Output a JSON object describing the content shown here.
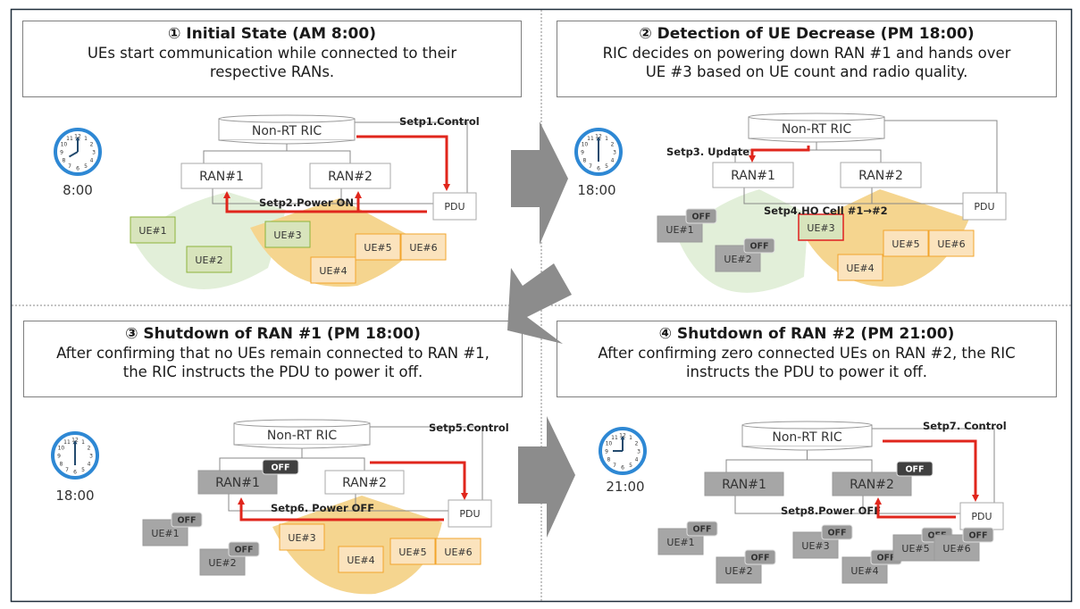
{
  "panels": [
    {
      "id": "p1",
      "title": "① Initial State (AM 8:00)",
      "description": "UEs start communication while connected to their respective RANs.",
      "description_lines": [
        "UEs start communication while connected to their",
        "respective RANs."
      ],
      "clock_time": "8:00",
      "clock_hands": {
        "hour": 8,
        "minute": 0
      },
      "ric_label": "Non-RT RIC",
      "pdu_label": "PDU",
      "rans": [
        {
          "label": "RAN#1",
          "state": "on"
        },
        {
          "label": "RAN#2",
          "state": "on"
        }
      ],
      "steps": [
        "Setp1.Control",
        "Setp2.Power ON"
      ],
      "ues": [
        {
          "label": "UE#1",
          "state": "ran1"
        },
        {
          "label": "UE#2",
          "state": "ran1"
        },
        {
          "label": "UE#3",
          "state": "ran1"
        },
        {
          "label": "UE#4",
          "state": "ran2"
        },
        {
          "label": "UE#5",
          "state": "ran2"
        },
        {
          "label": "UE#6",
          "state": "ran2"
        }
      ]
    },
    {
      "id": "p2",
      "title": "② Detection of UE Decrease (PM 18:00)",
      "description_lines": [
        "RIC decides on powering down RAN #1 and hands over",
        "UE #3 based on UE count and radio quality."
      ],
      "clock_time": "18:00",
      "clock_hands": {
        "hour": 6,
        "minute": 0
      },
      "ric_label": "Non-RT RIC",
      "pdu_label": "PDU",
      "rans": [
        {
          "label": "RAN#1",
          "state": "on"
        },
        {
          "label": "RAN#2",
          "state": "on"
        }
      ],
      "steps": [
        "Setp3. Update",
        "Setp4.HO Cell #1→#2"
      ],
      "ues": [
        {
          "label": "UE#1",
          "state": "off",
          "badge": "OFF"
        },
        {
          "label": "UE#2",
          "state": "off",
          "badge": "OFF"
        },
        {
          "label": "UE#3",
          "state": "handover"
        },
        {
          "label": "UE#4",
          "state": "ran2"
        },
        {
          "label": "UE#5",
          "state": "ran2"
        },
        {
          "label": "UE#6",
          "state": "ran2"
        }
      ]
    },
    {
      "id": "p3",
      "title": "③ Shutdown of RAN #1 (PM 18:00)",
      "description_lines": [
        "After confirming that no UEs remain connected to RAN #1,",
        "the RIC instructs the PDU to power it off."
      ],
      "clock_time": "18:00",
      "clock_hands": {
        "hour": 6,
        "minute": 0
      },
      "ric_label": "Non-RT RIC",
      "pdu_label": "PDU",
      "rans": [
        {
          "label": "RAN#1",
          "state": "off",
          "badge": "OFF"
        },
        {
          "label": "RAN#2",
          "state": "on"
        }
      ],
      "steps": [
        "Setp5.Control",
        "Setp6. Power OFF"
      ],
      "ues": [
        {
          "label": "UE#1",
          "state": "off",
          "badge": "OFF"
        },
        {
          "label": "UE#2",
          "state": "off",
          "badge": "OFF"
        },
        {
          "label": "UE#3",
          "state": "ran2"
        },
        {
          "label": "UE#4",
          "state": "ran2"
        },
        {
          "label": "UE#5",
          "state": "ran2"
        },
        {
          "label": "UE#6",
          "state": "ran2"
        }
      ]
    },
    {
      "id": "p4",
      "title": "④ Shutdown of RAN #2 (PM 21:00)",
      "description_lines": [
        "After confirming zero connected UEs on RAN #2, the RIC",
        "instructs the PDU to power it off."
      ],
      "clock_time": "21:00",
      "clock_hands": {
        "hour": 9,
        "minute": 0
      },
      "ric_label": "Non-RT RIC",
      "pdu_label": "PDU",
      "rans": [
        {
          "label": "RAN#1",
          "state": "off"
        },
        {
          "label": "RAN#2",
          "state": "off",
          "badge": "OFF"
        }
      ],
      "steps": [
        "Setp7. Control",
        "Setp8.Power OFF"
      ],
      "ues": [
        {
          "label": "UE#1",
          "state": "off",
          "badge": "OFF"
        },
        {
          "label": "UE#2",
          "state": "off",
          "badge": "OFF"
        },
        {
          "label": "UE#3",
          "state": "off",
          "badge": "OFF"
        },
        {
          "label": "UE#4",
          "state": "off",
          "badge": "OFF"
        },
        {
          "label": "UE#5",
          "state": "off",
          "badge": "OFF"
        },
        {
          "label": "UE#6",
          "state": "off",
          "badge": "OFF"
        }
      ]
    }
  ],
  "colors": {
    "frame": "#1f2d3a",
    "box_border": "#7f7f7f",
    "arrow_red": "#e0261c",
    "flow_arrow": "#8c8c8c",
    "coverage_ran1": "#e2efd9",
    "coverage_ran2": "#f5d58f",
    "ue_ran1_fill": "#d8e4bc",
    "ue_ran1_border": "#8db33a",
    "ue_ran2_fill": "#fbe3bd",
    "ue_ran2_border": "#f2a42c",
    "off_fill": "#a6a6a6",
    "off_badge": "#9a9a9a",
    "ran_off_badge": "#404040",
    "handover_border": "#e02020",
    "clock_ring": "#2e88d4",
    "clock_hand": "#234a6e"
  }
}
